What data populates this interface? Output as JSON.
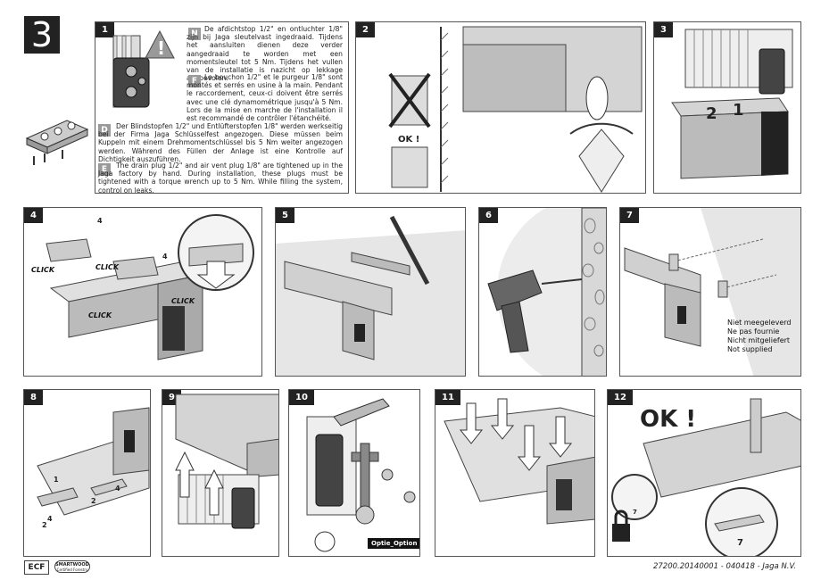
{
  "page": {
    "number": "3"
  },
  "steps": [
    "1",
    "2",
    "3",
    "4",
    "5",
    "6",
    "7",
    "8",
    "9",
    "10",
    "11",
    "12"
  ],
  "instructions": {
    "nl": {
      "code": "N",
      "text": "De afdichtstop 1/2\" en ontluchter 1/8\" zijn bij Jaga sleutelvast ingedraaid. Tijdens het aansluiten dienen deze verder aangedraaid te worden met een momentsleutel tot 5 Nm. Tijdens het vullen van de installatie is nazicht op lekkage aanbevolen."
    },
    "fr": {
      "code": "F",
      "text": "Le bouchon 1/2\" et le purgeur 1/8\" sont montés et serrés en usine à la main. Pendant le raccordement, ceux-ci doivent être serrés avec une clé dynamométrique jusqu'à 5 Nm. Lors de la mise en marche de l'installation il est recommandé de contrôler l'étanchéité."
    },
    "de": {
      "code": "D",
      "text": "Der Blindstopfen 1/2\" und Entlüfterstopfen 1/8\" werden werkseitig bei der Firma Jaga Schlüsselfest angezogen. Diese müssen beim Kuppeln mit einem Drehmomentschlüssel bis 5 Nm weiter angezogen werden. Während des Füllen der Anlage ist eine Kontrolle auf Dichtigkeit auszuführen."
    },
    "en": {
      "code": "E",
      "text": "The drain plug 1/2\" and air vent plug 1/8\" are tightened up in the Jaga factory by hand. During installation, these plugs must be tightened with a torque wrench up to 5 Nm. While filling the system, control on leaks."
    }
  },
  "labels": {
    "ok_small": "OK !",
    "ok_big": "OK !",
    "click": "CLICK",
    "option": "Optie_Option",
    "arrow_1": "1",
    "arrow_2": "2",
    "num_4": "4",
    "num_7": "7"
  },
  "not_supplied": [
    "Niet meegeleverd",
    "Ne pas fournie",
    "Nicht mitgeliefert",
    "Not supplied"
  ],
  "footer": {
    "ecf": "ECF",
    "smartwood": "SMARTWOOD",
    "smartwood_sub": "Certified Forestry",
    "code": "27200.20140001 - 040418 - Jaga N.V."
  }
}
